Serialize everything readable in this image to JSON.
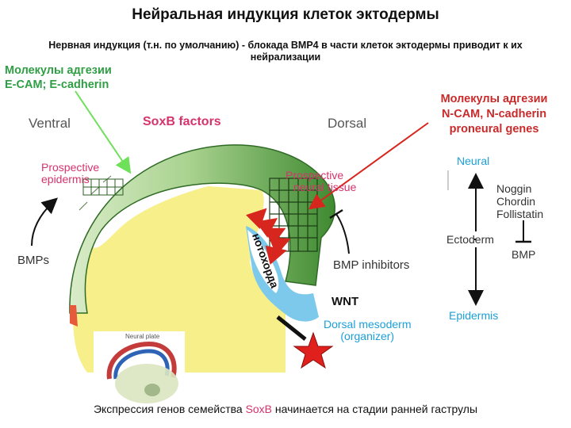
{
  "title": "Нейральная индукция клеток эктодермы",
  "subtitle": "Нервная индукция (т.н. по умолчанию) - блокада ВМР4 в части клеток эктодермы приводит к их нейрализации",
  "adhesion_left": {
    "line1": "Молекулы адгезии",
    "line2": "E-CAM; E-cadherin"
  },
  "adhesion_right": {
    "line1": "Молекулы адгезии",
    "line2": "N-CAM, N-cadherin",
    "line3": "proneural genes"
  },
  "soxb_label": "SoxB factors",
  "ventral_label": "Ventral",
  "dorsal_label": "Dorsal",
  "prospective_epidermis": {
    "line1": "Prospective",
    "line2": "epidermis"
  },
  "prospective_neural": {
    "line1": "Prospective",
    "line2": "neural tissue"
  },
  "notochord_label": "нотохорда",
  "bmps_label": "BMPs",
  "bmp_inhibitors_label": "BMP inhibitors",
  "wnt_label": "WNT",
  "dorsal_mesoderm": {
    "line1": "Dorsal mesoderm",
    "line2": "(organizer)"
  },
  "inset_label": "Neural plate",
  "right_panel": {
    "neural": "Neural",
    "noggin": "Noggin",
    "chordin": "Chordin",
    "follistatin": "Follistatin",
    "ectoderm": "Ectoderm",
    "bmp": "BMP",
    "epidermis": "Epidermis"
  },
  "footer": {
    "before": "Экспрессия генов семейства ",
    "highlight": "SoxB",
    "after": " начинается на стадии ранней гаструлы"
  },
  "colors": {
    "green_label": "#2f9e44",
    "red_label": "#c92a2a",
    "soxb": "#d6336c",
    "cyan": "#1c9fd8",
    "ectoderm_green": "#4f9a3e",
    "yolk": "#f7f08a"
  }
}
